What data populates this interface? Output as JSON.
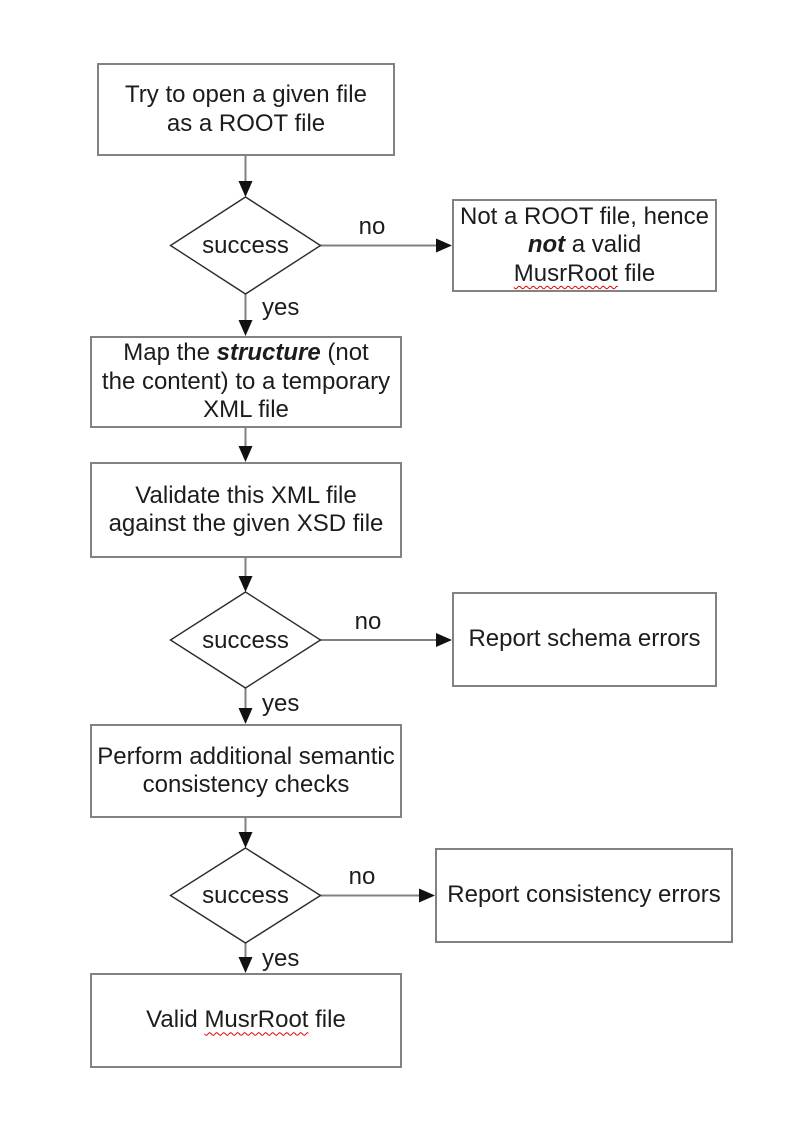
{
  "palette": {
    "background": "#ffffff",
    "connector_line": "#808080",
    "box_border": "#828282",
    "diamond_border": "#2b2b2b",
    "arrowhead": "#111111",
    "text": "#1c1c1c",
    "spellcheck_underline": "#e00000"
  },
  "nodes": {
    "try_open": {
      "lines": [
        [
          {
            "t": "Try to open a given file"
          }
        ],
        [
          {
            "t": "as a ROOT file"
          }
        ]
      ]
    },
    "not_root": {
      "lines": [
        [
          {
            "t": "Not a ROOT file, hence"
          }
        ],
        [
          {
            "t": "not",
            "s": "boldital"
          },
          {
            "t": " a valid"
          }
        ],
        [
          {
            "t": "MusrRoot",
            "s": "wavy"
          },
          {
            "t": " file"
          }
        ]
      ]
    },
    "map_structure": {
      "lines": [
        [
          {
            "t": "Map the "
          },
          {
            "t": "structure",
            "s": "boldital"
          },
          {
            "t": " (not"
          }
        ],
        [
          {
            "t": "the content) to a temporary"
          }
        ],
        [
          {
            "t": "XML file"
          }
        ]
      ]
    },
    "validate_xml": {
      "lines": [
        [
          {
            "t": "Validate this XML file"
          }
        ],
        [
          {
            "t": "against the given XSD file"
          }
        ]
      ]
    },
    "report_schema": {
      "lines": [
        [
          {
            "t": "Report schema errors"
          }
        ]
      ]
    },
    "semantic_checks": {
      "lines": [
        [
          {
            "t": "Perform additional semantic"
          }
        ],
        [
          {
            "t": "consistency checks"
          }
        ]
      ]
    },
    "report_consistency": {
      "lines": [
        [
          {
            "t": "Report consistency errors"
          }
        ]
      ]
    },
    "valid_musrroot": {
      "lines": [
        [
          {
            "t": "Valid "
          },
          {
            "t": "MusrRoot",
            "s": "wavy"
          },
          {
            "t": " file"
          }
        ]
      ]
    }
  },
  "decisions": [
    {
      "label": "success",
      "no_label": "no",
      "yes_label": "yes"
    },
    {
      "label": "success",
      "no_label": "no",
      "yes_label": "yes"
    },
    {
      "label": "success",
      "no_label": "no",
      "yes_label": "yes"
    }
  ]
}
